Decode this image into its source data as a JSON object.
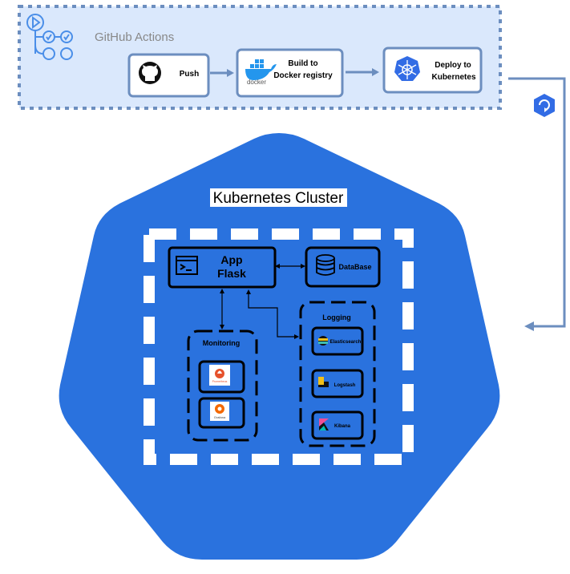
{
  "github_actions": {
    "title": "GitHub Actions",
    "steps": [
      {
        "line1": "Push",
        "line2": "",
        "icon": "github-icon"
      },
      {
        "line1": "Build to",
        "line2": "Docker registry",
        "icon": "docker-icon",
        "icon_caption": "docker"
      },
      {
        "line1": "Deploy to",
        "line2": "Kubernetes",
        "icon": "kubernetes-icon"
      }
    ]
  },
  "cluster": {
    "title": "Kubernetes Cluster",
    "app": {
      "line1": "App",
      "line2": "Flask",
      "icon": "terminal-icon"
    },
    "database": {
      "label": "DataBase",
      "icon": "database-icon"
    },
    "monitoring": {
      "title": "Monitoring",
      "tools": [
        {
          "name": "prometheus-icon",
          "caption": "Prometheus"
        },
        {
          "name": "grafana-icon",
          "caption": "Grafana"
        }
      ]
    },
    "logging": {
      "title": "Logging",
      "tools": [
        {
          "label": "Elasticsearch",
          "icon": "elasticsearch-icon"
        },
        {
          "label": "Logstash",
          "icon": "logstash-icon"
        },
        {
          "label": "Kibana",
          "icon": "kibana-icon"
        }
      ]
    }
  },
  "colors": {
    "pipeline_bg": "#dae8fc",
    "border_blue": "#6c8ebf",
    "cluster_blue": "#2a72de",
    "argo_blue": "#326ce5",
    "k8s_blue": "#326ce5",
    "docker_blue": "#2496ed",
    "white": "#ffffff",
    "black": "#000000"
  }
}
